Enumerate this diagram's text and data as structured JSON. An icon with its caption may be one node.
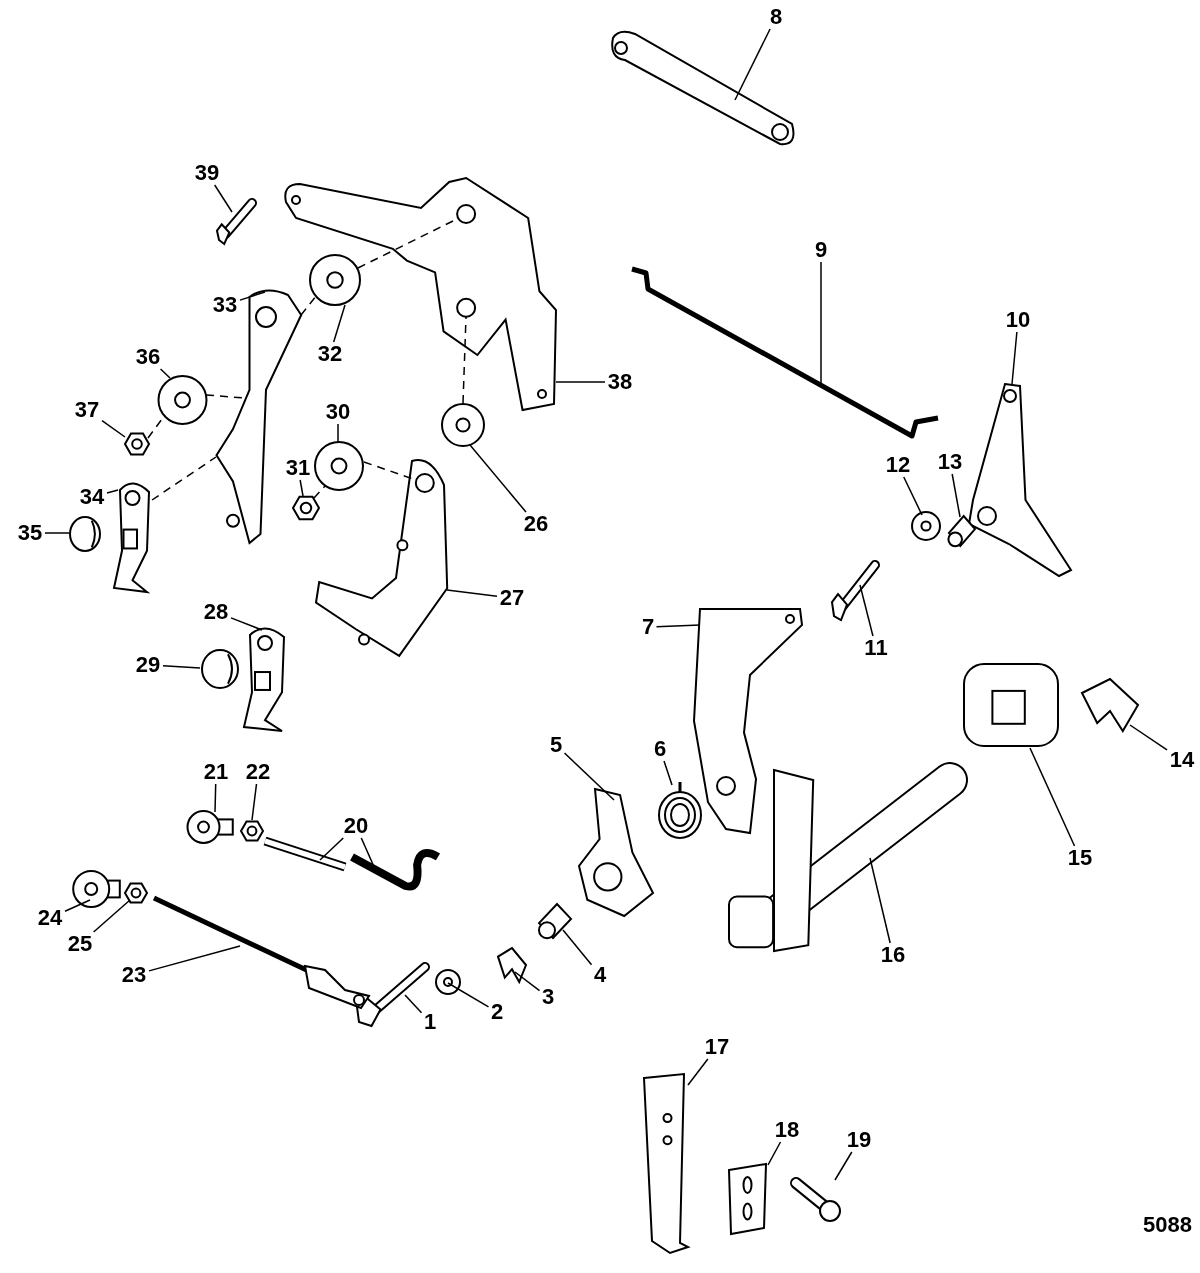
{
  "diagram": {
    "nodes": [
      {
        "text": [
          "1"
        ]
      },
      {
        "text": [
          "2"
        ]
      },
      {
        "text": [
          "3"
        ]
      },
      {
        "text": [
          "4"
        ]
      },
      {
        "text": [
          "5"
        ]
      },
      {
        "text": [
          "6"
        ]
      },
      {
        "text": [
          "7"
        ]
      },
      {
        "text": [
          "8"
        ]
      },
      {
        "text": [
          "9"
        ]
      },
      {
        "text": [
          "10"
        ]
      },
      {
        "text": [
          "11"
        ]
      },
      {
        "text": [
          "12"
        ]
      },
      {
        "text": [
          "13"
        ]
      },
      {
        "text": [
          "14"
        ]
      },
      {
        "text": [
          "15"
        ]
      },
      {
        "text": [
          "16"
        ]
      },
      {
        "text": [
          "17"
        ]
      },
      {
        "text": [
          "18"
        ]
      },
      {
        "text": [
          "19"
        ]
      },
      {
        "text": [
          "20"
        ]
      },
      {
        "text": [
          "21"
        ]
      },
      {
        "text": [
          "22"
        ]
      },
      {
        "text": [
          "23"
        ]
      },
      {
        "text": [
          "24"
        ]
      },
      {
        "text": [
          "25"
        ]
      },
      {
        "text": [
          "26"
        ]
      },
      {
        "text": [
          "27"
        ]
      },
      {
        "text": [
          "28"
        ]
      },
      {
        "text": [
          "29"
        ]
      },
      {
        "text": [
          "30"
        ]
      },
      {
        "text": [
          "31"
        ]
      },
      {
        "text": [
          "32"
        ]
      },
      {
        "text": [
          "33"
        ]
      },
      {
        "text": [
          "34"
        ]
      },
      {
        "text": [
          "35"
        ]
      },
      {
        "text": [
          "36"
        ]
      },
      {
        "text": [
          "37"
        ]
      },
      {
        "text": [
          "38"
        ]
      },
      {
        "text": [
          "39"
        ]
      },
      {
        "text": [],
        "shape": "picture"
      },
      {
        "text": [],
        "shape": "picture"
      },
      {
        "text": [],
        "shape": "picture"
      },
      {
        "text": [],
        "shape": "picture"
      },
      {
        "text": [],
        "shape": "picture"
      },
      {
        "text": [],
        "shape": "picture"
      },
      {
        "text": [],
        "shape": "picture"
      },
      {
        "text": [],
        "shape": "picture"
      },
      {
        "text": [],
        "shape": "picture"
      },
      {
        "text": [],
        "shape": "picture"
      },
      {
        "text": [],
        "shape": "picture"
      },
      {
        "text": [],
        "shape": "picture"
      },
      {
        "text": [],
        "shape": "picture"
      },
      {
        "text": [],
        "shape": "picture"
      },
      {
        "text": [],
        "shape": "picture"
      },
      {
        "text": [],
        "shape": "picture"
      },
      {
        "text": [],
        "shape": "picture"
      },
      {
        "text": [],
        "shape": "picture"
      },
      {
        "text": [],
        "shape": "picture"
      },
      {
        "text": [],
        "shape": "picture"
      },
      {
        "text": [],
        "shape": "picture"
      },
      {
        "text": [],
        "shape": "picture"
      },
      {
        "text": [],
        "shape": "picture"
      },
      {
        "text": [],
        "shape": "picture"
      },
      {
        "text": [],
        "shape": "picture"
      },
      {
        "text": [],
        "shape": "picture"
      },
      {
        "text": [],
        "shape": "picture"
      },
      {
        "text": [],
        "shape": "picture"
      },
      {
        "text": [],
        "shape": "picture"
      },
      {
        "text": [],
        "shape": "picture"
      },
      {
        "text": [],
        "shape": "picture"
      },
      {
        "text": [],
        "shape": "picture"
      },
      {
        "text": [],
        "shape": "picture"
      },
      {
        "text": [],
        "shape": "picture"
      },
      {
        "text": [],
        "shape": "picture"
      },
      {
        "text": [],
        "shape": "picture"
      },
      {
        "text": [],
        "shape": "picture"
      },
      {
        "text": [],
        "shape": "picture"
      },
      {
        "text": [],
        "shape": "picture"
      },
      {
        "text": [],
        "shape": "picture"
      }
    ],
    "edges": [
      {
        "from": 0,
        "to": 39,
        "arrow": "none"
      },
      {
        "from": 1,
        "to": 40,
        "arrow": "none"
      },
      {
        "from": 2,
        "to": 41,
        "arrow": "none"
      },
      {
        "from": 3,
        "to": 42,
        "arrow": "none"
      },
      {
        "from": 4,
        "to": 43,
        "arrow": "none"
      },
      {
        "from": 5,
        "to": 44,
        "arrow": "none"
      },
      {
        "from": 6,
        "to": 45,
        "arrow": "none"
      },
      {
        "from": 7,
        "to": 46,
        "arrow": "none"
      },
      {
        "from": 8,
        "to": 47,
        "arrow": "none"
      },
      {
        "from": 9,
        "to": 48,
        "arrow": "none"
      },
      {
        "from": 10,
        "to": 49,
        "arrow": "none"
      },
      {
        "from": 11,
        "to": 50,
        "arrow": "none"
      },
      {
        "from": 12,
        "to": 51,
        "arrow": "none"
      },
      {
        "from": 13,
        "to": 52,
        "arrow": "none"
      },
      {
        "from": 14,
        "to": 53,
        "arrow": "none"
      },
      {
        "from": 15,
        "to": 54,
        "arrow": "none"
      },
      {
        "from": 16,
        "to": 55,
        "arrow": "none"
      },
      {
        "from": 17,
        "to": 56,
        "arrow": "none"
      },
      {
        "from": 18,
        "to": 57,
        "arrow": "none"
      },
      {
        "from": 19,
        "to": 58,
        "arrow": "none"
      },
      {
        "from": 19,
        "to": 78,
        "arrow": "none"
      },
      {
        "from": 20,
        "to": 59,
        "arrow": "none"
      },
      {
        "from": 21,
        "to": 60,
        "arrow": "none"
      },
      {
        "from": 22,
        "to": 61,
        "arrow": "none"
      },
      {
        "from": 23,
        "to": 62,
        "arrow": "none"
      },
      {
        "from": 24,
        "to": 63,
        "arrow": "none"
      },
      {
        "from": 25,
        "to": 64,
        "arrow": "none"
      },
      {
        "from": 26,
        "to": 65,
        "arrow": "none"
      },
      {
        "from": 27,
        "to": 66,
        "arrow": "none"
      },
      {
        "from": 28,
        "to": 67,
        "arrow": "none"
      },
      {
        "from": 29,
        "to": 68,
        "arrow": "none"
      },
      {
        "from": 30,
        "to": 69,
        "arrow": "none"
      },
      {
        "from": 31,
        "to": 70,
        "arrow": "none"
      },
      {
        "from": 32,
        "to": 71,
        "arrow": "none"
      },
      {
        "from": 33,
        "to": 72,
        "arrow": "none"
      },
      {
        "from": 34,
        "to": 73,
        "arrow": "none"
      },
      {
        "from": 35,
        "to": 74,
        "arrow": "none"
      },
      {
        "from": 36,
        "to": 75,
        "arrow": "none"
      },
      {
        "from": 37,
        "to": 76,
        "arrow": "none"
      },
      {
        "from": 38,
        "to": 77,
        "arrow": "none"
      },
      {
        "from": 75,
        "to": 74,
        "arrow": "none",
        "style": "dashed"
      },
      {
        "from": 74,
        "to": 71,
        "arrow": "none",
        "style": "dashed"
      },
      {
        "from": 71,
        "to": 70,
        "arrow": "none",
        "style": "dashed"
      },
      {
        "from": 70,
        "to": 76,
        "arrow": "none",
        "style": "dashed"
      },
      {
        "from": 64,
        "to": 76,
        "arrow": "none",
        "style": "dashed"
      },
      {
        "from": 69,
        "to": 68,
        "arrow": "none",
        "style": "dashed"
      },
      {
        "from": 68,
        "to": 65,
        "arrow": "none",
        "style": "dashed"
      },
      {
        "from": 72,
        "to": 71,
        "arrow": "none",
        "style": "dashed"
      }
    ],
    "labels": [
      "5088"
    ]
  }
}
